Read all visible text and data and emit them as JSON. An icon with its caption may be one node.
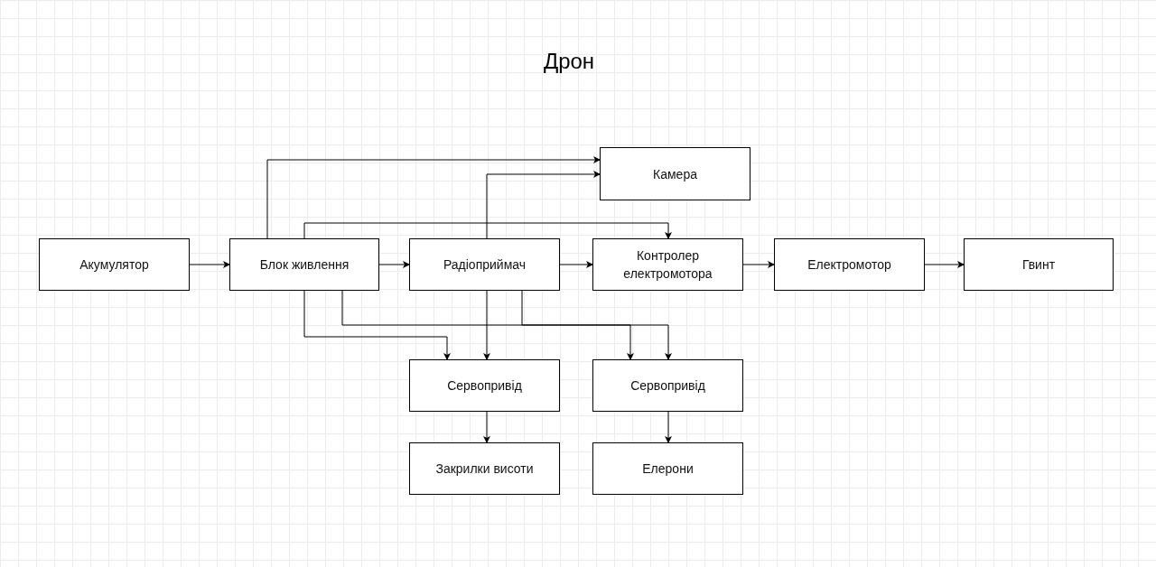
{
  "diagram": {
    "title": "Дрон",
    "nodes": [
      {
        "text": [
          "Камера"
        ]
      },
      {
        "text": [
          "Акумулятор"
        ]
      },
      {
        "text": [
          "Блок живлення"
        ]
      },
      {
        "text": [
          "Радіоприймач"
        ]
      },
      {
        "text": [
          "Контролер електромотора"
        ]
      },
      {
        "text": [
          "Електромотор"
        ]
      },
      {
        "text": [
          "Гвинт"
        ]
      },
      {
        "text": [
          "Сервопривід"
        ]
      },
      {
        "text": [
          "Сервопривід"
        ]
      },
      {
        "text": [
          "Закрилки висоти"
        ]
      },
      {
        "text": [
          "Елерони"
        ]
      }
    ],
    "edges": [
      {
        "from": 1,
        "to": 2,
        "arrow": "to"
      },
      {
        "from": 2,
        "to": 3,
        "arrow": "to"
      },
      {
        "from": 3,
        "to": 4,
        "arrow": "to"
      },
      {
        "from": 4,
        "to": 5,
        "arrow": "to"
      },
      {
        "from": 5,
        "to": 6,
        "arrow": "to"
      },
      {
        "from": 2,
        "to": 0,
        "arrow": "to"
      },
      {
        "from": 3,
        "to": 0,
        "arrow": "to"
      },
      {
        "from": 2,
        "to": 4,
        "arrow": "to"
      },
      {
        "from": 2,
        "to": 7,
        "arrow": "to"
      },
      {
        "from": 3,
        "to": 7,
        "arrow": "to"
      },
      {
        "from": 2,
        "to": 8,
        "arrow": "to"
      },
      {
        "from": 3,
        "to": 8,
        "arrow": "to"
      },
      {
        "from": 7,
        "to": 9,
        "arrow": "to"
      },
      {
        "from": 8,
        "to": 10,
        "arrow": "to"
      }
    ]
  }
}
